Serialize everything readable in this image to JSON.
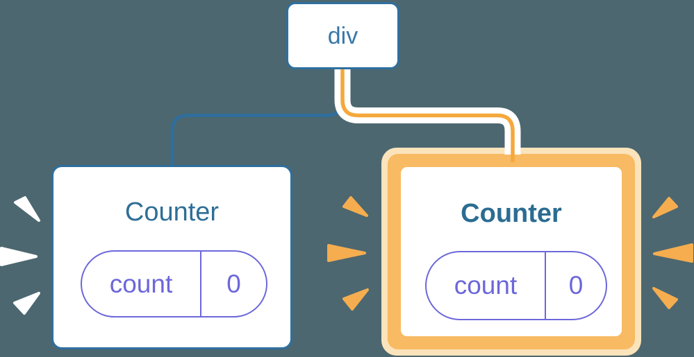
{
  "diagram": {
    "description": "React component tree diagram: a div root with two Counter children holding count state; right Counter is highlighted as re-rendered",
    "background_color": "#4C6770",
    "colors": {
      "node_border_blue": "#2E6F9F",
      "node_text_blue": "#3878A8",
      "title_text_blue": "#2E6E96",
      "state_purple": "#6C67DB",
      "highlight_orange": "#F8BA62",
      "highlight_cream": "#FBE3BB",
      "connector_orange": "#F5A83C",
      "spark_orange": "#F5AD4F",
      "spark_white": "#FFFFFF"
    },
    "root": {
      "label": "div"
    },
    "children": [
      {
        "label": "Counter",
        "state": {
          "name": "count",
          "value": "0"
        },
        "connector_color": "blue",
        "highlighted": false,
        "spark_color": "white"
      },
      {
        "label": "Counter",
        "state": {
          "name": "count",
          "value": "0"
        },
        "connector_color": "orange",
        "highlighted": true,
        "spark_color": "orange"
      }
    ]
  }
}
